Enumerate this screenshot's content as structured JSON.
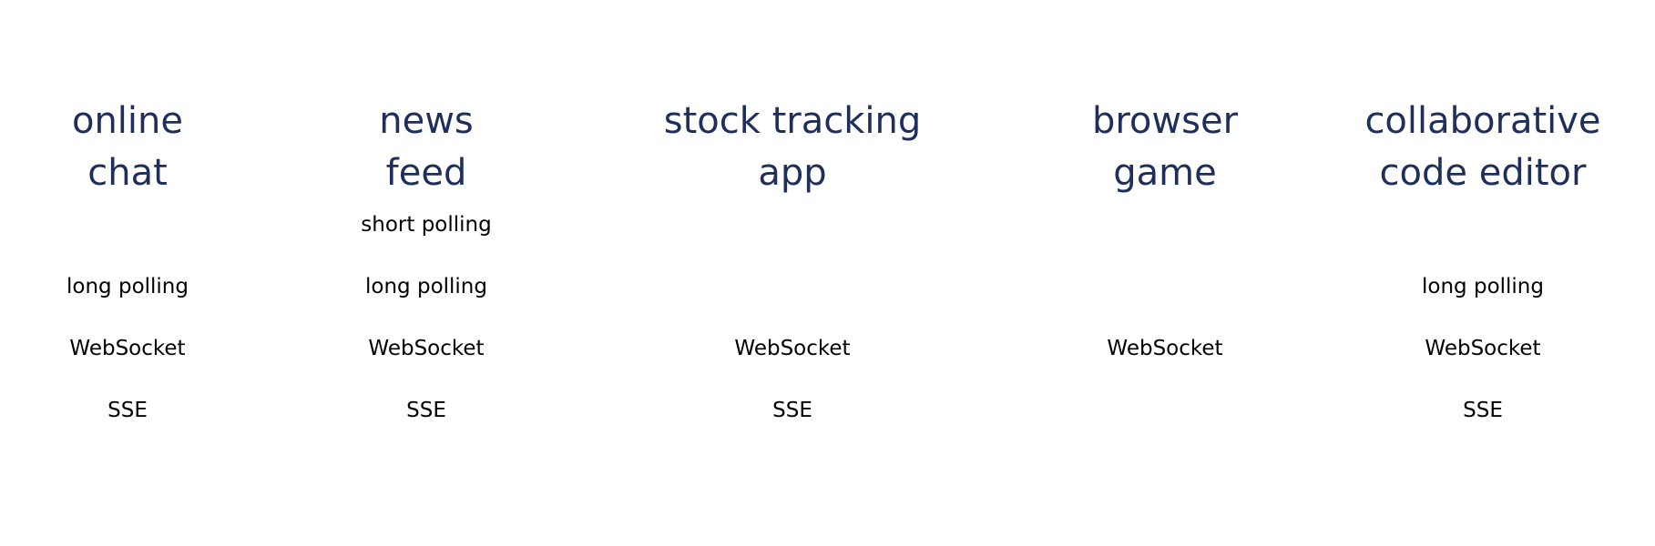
{
  "columns": [
    {
      "title_lines": [
        "online",
        "chat"
      ],
      "techs": [
        "",
        "long polling",
        "WebSocket",
        "SSE"
      ]
    },
    {
      "title_lines": [
        "news",
        "feed"
      ],
      "techs": [
        "short polling",
        "long polling",
        "WebSocket",
        "SSE"
      ]
    },
    {
      "title_lines": [
        "stock tracking",
        "app"
      ],
      "techs": [
        "",
        "",
        "WebSocket",
        "SSE"
      ]
    },
    {
      "title_lines": [
        "browser",
        "game"
      ],
      "techs": [
        "",
        "",
        "WebSocket",
        ""
      ]
    },
    {
      "title_lines": [
        "collaborative",
        "code editor"
      ],
      "techs": [
        "",
        "long polling",
        "WebSocket",
        "SSE"
      ]
    }
  ],
  "colors": {
    "title": "#1f2f5c",
    "text": "#000000",
    "background": "#ffffff"
  }
}
